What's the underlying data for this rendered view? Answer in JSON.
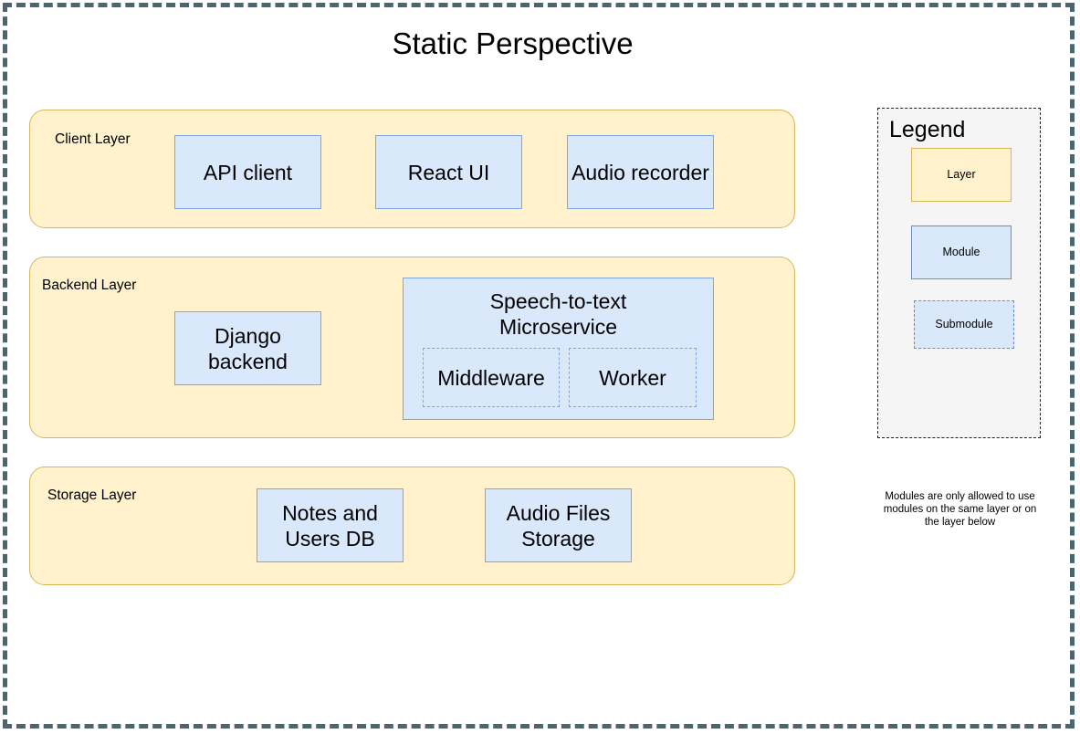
{
  "diagram": {
    "title": "Static Perspective",
    "frame_color": "#4a6670",
    "layer_fill": "#fff2cc",
    "layer_stroke": "#d6b656",
    "module_fill": "#dae8fc",
    "module_stroke": "#7ea6e0",
    "legend_fill": "#f5f5f5"
  },
  "layers": [
    {
      "label": "Client Layer",
      "modules": [
        {
          "label": "API client"
        },
        {
          "label": "React UI"
        },
        {
          "label": "Audio recorder"
        }
      ]
    },
    {
      "label": "Backend Layer",
      "modules": [
        {
          "label": "Django\nbackend"
        }
      ],
      "composite": {
        "label": "Speech-to-text\nMicroservice",
        "submodules": [
          {
            "label": "Middleware"
          },
          {
            "label": "Worker"
          }
        ]
      }
    },
    {
      "label": "Storage Layer",
      "modules": [
        {
          "label": "Notes and\nUsers DB"
        },
        {
          "label": "Audio Files\nStorage"
        }
      ]
    }
  ],
  "legend": {
    "title": "Legend",
    "items": [
      {
        "label": "Layer",
        "kind": "layer"
      },
      {
        "label": "Module",
        "kind": "module"
      },
      {
        "label": "Submodule",
        "kind": "submodule"
      }
    ],
    "note": "Modules are only allowed to use modules on the same layer or on the layer below"
  }
}
